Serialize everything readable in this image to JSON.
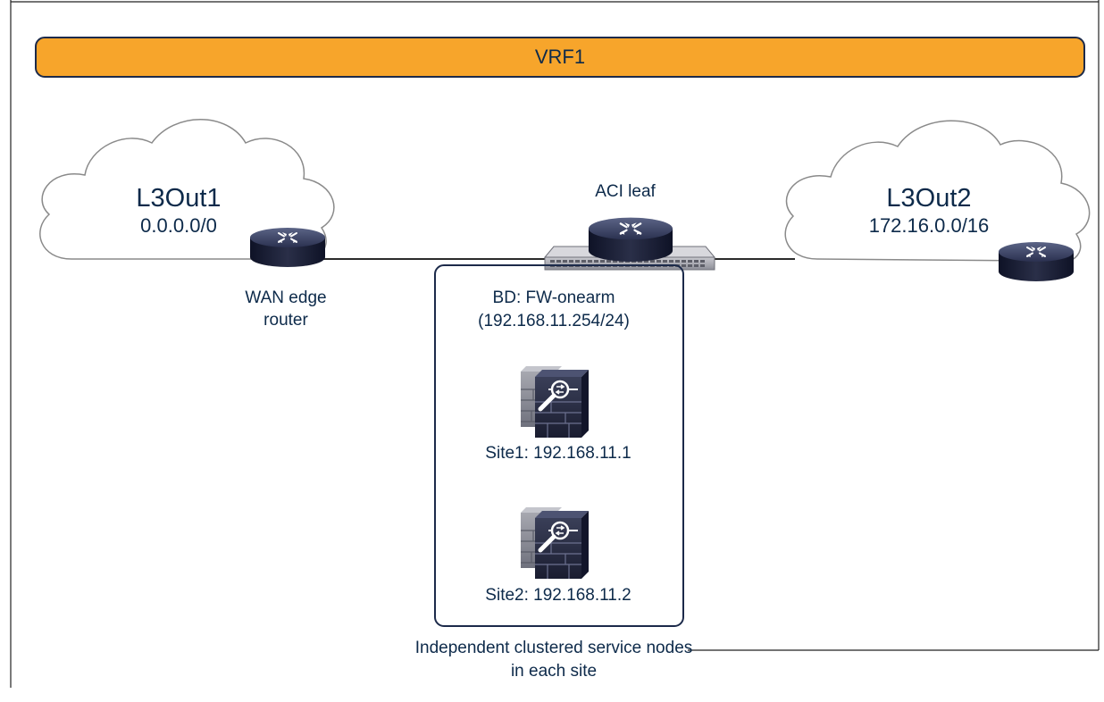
{
  "vrf": {
    "label": "VRF1",
    "color": "#f7a52b"
  },
  "l3out1": {
    "title": "L3Out1",
    "subnet": "0.0.0.0/0"
  },
  "l3out2": {
    "title": "L3Out2",
    "subnet": "172.16.0.0/16"
  },
  "wan_router": {
    "label_line1": "WAN edge",
    "label_line2": "router"
  },
  "aci_leaf": {
    "label": "ACI leaf"
  },
  "bridge_domain": {
    "name": "BD: FW-onearm",
    "subnet": "(192.168.11.254/24)"
  },
  "firewalls": [
    {
      "label": "Site1: 192.168.11.1"
    },
    {
      "label": "Site2: 192.168.11.2"
    }
  ],
  "caption": {
    "line1": "Independent clustered service nodes",
    "line2": "in each site"
  },
  "colors": {
    "text": "#0d2a4a",
    "outline": "#1c2a4a",
    "device_dark": "#1e2338",
    "cloud_stroke": "#8a8a8a"
  },
  "icons": [
    "cloud-icon",
    "router-icon",
    "leaf-switch-icon",
    "firewall-icon"
  ]
}
